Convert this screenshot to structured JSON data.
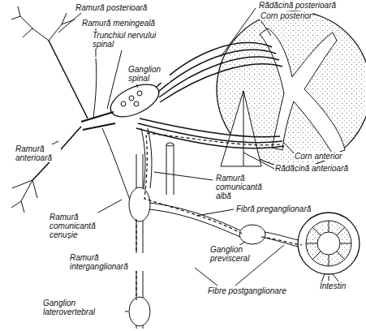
{
  "diagram": {
    "labels": [
      "Ramură posterioară",
      "Ramură meningeală",
      "Trunchiul nervului spinal",
      "Ganglion spinal",
      "Rădăcină posterioară",
      "Corn posterior",
      "Corn anterior",
      "Rădăcină anterioară",
      "Ramură anterioară",
      "Ramură comunicantă albă",
      "Fibră preganglionară",
      "Ramură comunicantă cenușie",
      "Ganglion previsceral",
      "Intestin",
      "Ramură interganglionară",
      "Fibre postganglionare",
      "Ganglion laterovertebral"
    ]
  }
}
